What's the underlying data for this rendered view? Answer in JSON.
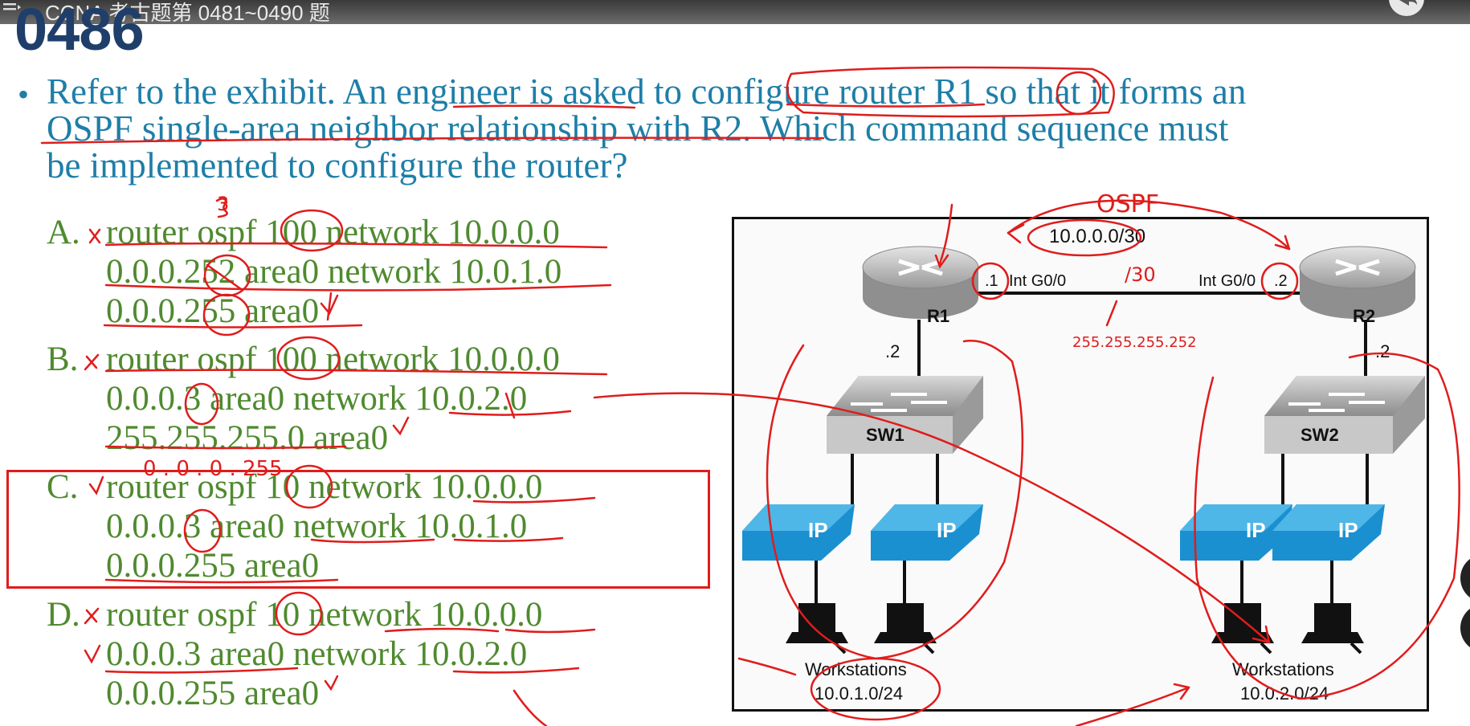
{
  "header": {
    "video_title": "CCNA 考古题第 0481~0490 题",
    "question_number": "0486"
  },
  "question": {
    "lines": [
      "Refer to the exhibit. An engineer is asked to configure router R1 so that it forms an",
      "OSPF single-area neighbor relationship with R2. Which command sequence must",
      "be implemented to configure the router?"
    ]
  },
  "options": [
    {
      "letter": "A.",
      "lines": [
        "router ospf 100 network 10.0.0.0",
        "0.0.0.252 area0 network 10.0.1.0",
        "0.0.0.255 area0"
      ]
    },
    {
      "letter": "B.",
      "lines": [
        "router ospf 100 network 10.0.0.0",
        "0.0.0.3 area0 network 10.0.2.0",
        "255.255.255.0 area0"
      ]
    },
    {
      "letter": "C.",
      "lines": [
        "router ospf 10 network 10.0.0.0",
        "0.0.0.3 area0 network 10.0.1.0",
        "0.0.0.255 area0"
      ]
    },
    {
      "letter": "D.",
      "lines": [
        "router ospf 10 network 10.0.0.0",
        "0.0.0.3 area0 network 10.0.2.0",
        "0.0.0.255 area0"
      ]
    }
  ],
  "exhibit": {
    "link_subnet": "10.0.0.0/30",
    "r1": {
      "name": "R1",
      "intf_ip": ".1",
      "intf": "Int G0/0",
      "lan_ip": ".2"
    },
    "r2": {
      "name": "R2",
      "intf_ip": ".2",
      "intf": "Int G0/0",
      "lan_ip": ".2"
    },
    "sw1": "SW1",
    "sw2": "SW2",
    "phone_label": "IP",
    "ws1": {
      "label": "Workstations",
      "subnet": "10.0.1.0/24"
    },
    "ws2": {
      "label": "Workstations",
      "subnet": "10.0.2.0/24"
    }
  },
  "handwriting": {
    "ospf": "OSPF",
    "slash30": "/30",
    "mask": "255.255.255.252",
    "three": "3",
    "wildcard": "0 . 0 . 0 . 255"
  },
  "colors": {
    "question": "#1e7ea8",
    "options": "#4f8a2f",
    "ink": "#e01c1c",
    "title": "#1f3f6a",
    "phone": "#1a90d0"
  },
  "icons": [
    "menu-icon",
    "share-icon",
    "router-icon",
    "switch-icon",
    "ip-phone-icon",
    "workstation-icon"
  ]
}
